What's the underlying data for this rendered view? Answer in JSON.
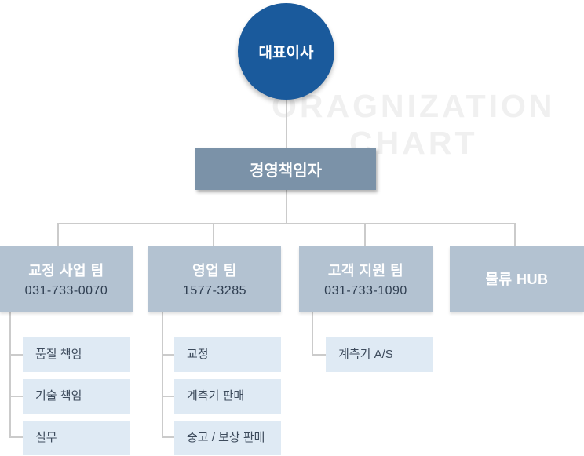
{
  "watermark": {
    "line1": "ORAGNIZATION",
    "line2": "CHART"
  },
  "org": {
    "root": {
      "label": "대표이사"
    },
    "manager": {
      "label": "경영책임자"
    },
    "departments": [
      {
        "title": "교정 사업 팀",
        "phone": "031-733-0070",
        "children": [
          "품질 책임",
          "기술 책임",
          "실무"
        ]
      },
      {
        "title": "영업 팀",
        "phone": "1577-3285",
        "children": [
          "교정",
          "계측기 판매",
          "중고 / 보상 판매"
        ]
      },
      {
        "title": "고객 지원 팀",
        "phone": "031-733-1090",
        "children": [
          "계측기 A/S"
        ]
      },
      {
        "title": "물류 HUB",
        "phone": "",
        "children": []
      }
    ]
  },
  "colors": {
    "ceo_circle": "#1a5a9c",
    "manager_box": "#7b92a8",
    "department_box": "#b3c2d1",
    "sub_box": "#dfeaf4",
    "phone_text": "#2f3e51",
    "sub_text": "#3d4b5c",
    "connector": "#cbcbcb",
    "watermark": "#f0f0f0"
  }
}
